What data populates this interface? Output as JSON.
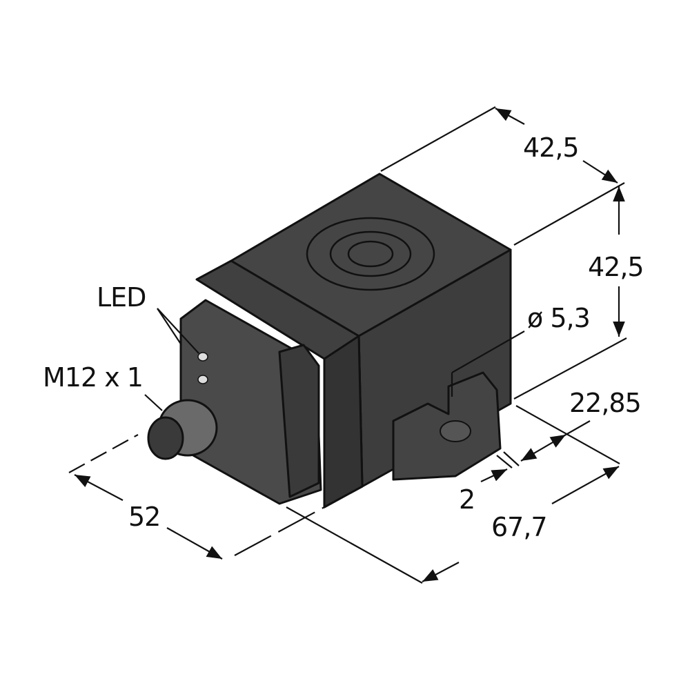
{
  "diagram": {
    "subject": "Inductive sensor, rectangular housing with M12 connector",
    "callouts": {
      "led": "LED",
      "connector": "M12 x 1"
    },
    "dimensions": {
      "top_width": "42,5",
      "height": "42,5",
      "hole_diameter": "ø 5,3",
      "hole_offset": "22,85",
      "flange": "2",
      "length": "67,7",
      "depth": "52"
    },
    "colors": {
      "body_dark": "#3a3a3a",
      "body_mid": "#4a4a4a",
      "body_top": "#454545",
      "line": "#111111",
      "background": "#ffffff"
    }
  }
}
